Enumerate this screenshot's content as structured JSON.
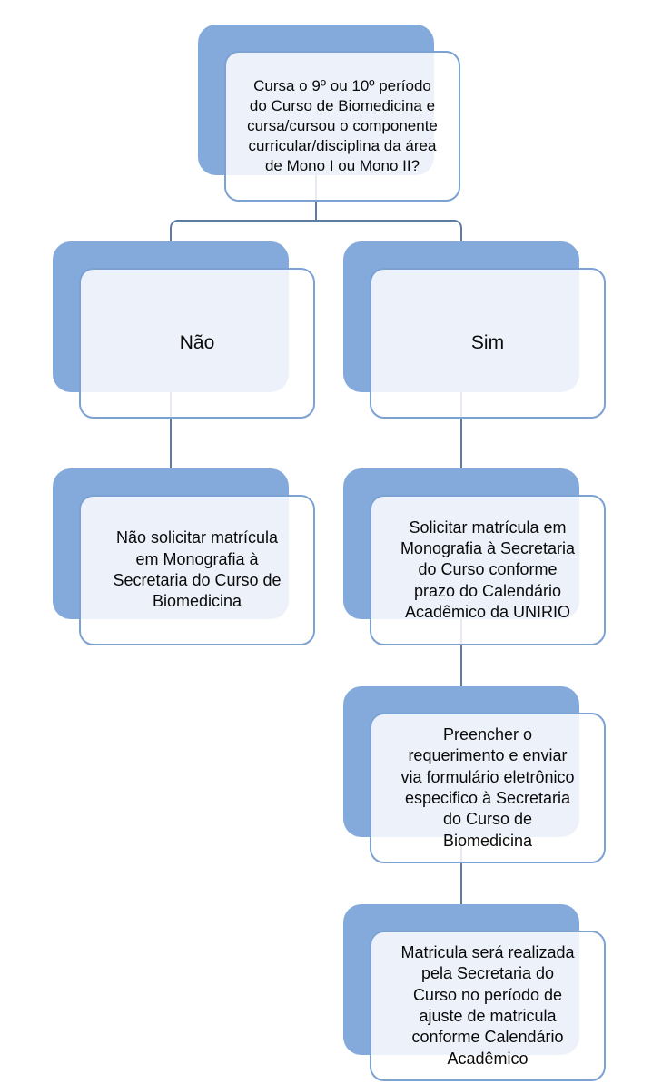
{
  "diagram": {
    "type": "flowchart",
    "language": "pt-BR",
    "colors": {
      "shadow_fill": "#84A9DB",
      "front_border": "#7BA2D3",
      "connector": "#5E7BA2",
      "text": "#0a0a0a",
      "background": "#ffffff"
    },
    "nodes": [
      {
        "id": "start",
        "role": "decision-question",
        "text": "Cursa o 9º ou 10º período\ndo Curso de Biomedicina e\ncursa/cursou o componente\ncurricular/disciplina da área\nde Mono I ou Mono II?"
      },
      {
        "id": "no",
        "role": "branch-label",
        "text": "Não"
      },
      {
        "id": "yes",
        "role": "branch-label",
        "text": "Sim"
      },
      {
        "id": "no-action",
        "role": "action",
        "text": "Não solicitar matrícula\nem Monografia à\nSecretaria do Curso de\nBiomedicina"
      },
      {
        "id": "yes-step1",
        "role": "action",
        "text": "Solicitar matrícula em\nMonografia à Secretaria\ndo Curso conforme\nprazo do Calendário\nAcadêmico da UNIRIO"
      },
      {
        "id": "yes-step2",
        "role": "action",
        "text": "Preencher o\nrequerimento e enviar\nvia formulário eletrônico\nespecifico à Secretaria\ndo Curso de\nBiomedicina"
      },
      {
        "id": "yes-step3",
        "role": "action",
        "text": "Matricula será realizada\npela Secretaria do\nCurso no período de\najuste de matricula\nconforme Calendário\nAcadêmico"
      }
    ],
    "edges": [
      {
        "from": "start",
        "to": "no"
      },
      {
        "from": "start",
        "to": "yes"
      },
      {
        "from": "no",
        "to": "no-action"
      },
      {
        "from": "yes",
        "to": "yes-step1"
      },
      {
        "from": "yes-step1",
        "to": "yes-step2"
      },
      {
        "from": "yes-step2",
        "to": "yes-step3"
      }
    ]
  }
}
